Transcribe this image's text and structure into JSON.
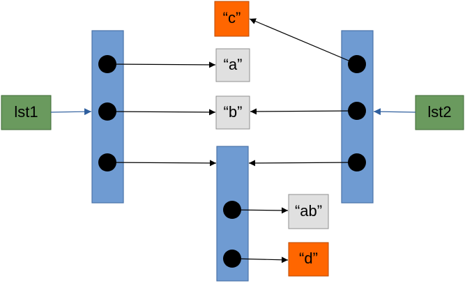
{
  "variables": [
    {
      "id": "lst1",
      "label": "lst1",
      "fill": "#6a9a5e"
    },
    {
      "id": "lst2",
      "label": "lst2",
      "fill": "#6a9a5e"
    }
  ],
  "strings": [
    {
      "id": "c",
      "label": "“c”",
      "fill": "#ff6600"
    },
    {
      "id": "a",
      "label": "“a”",
      "fill": "#e0e0e0"
    },
    {
      "id": "b",
      "label": "“b”",
      "fill": "#e0e0e0"
    },
    {
      "id": "ab",
      "label": "“ab”",
      "fill": "#e0e0e0"
    },
    {
      "id": "d",
      "label": "“d”",
      "fill": "#ff6600"
    }
  ],
  "colors": {
    "list_fill": "#6f9bd2",
    "list_border": "#4a73a8",
    "arrow_blue": "#2f5f9e",
    "arrow_black": "#000000",
    "slot_dot": "#000000"
  }
}
